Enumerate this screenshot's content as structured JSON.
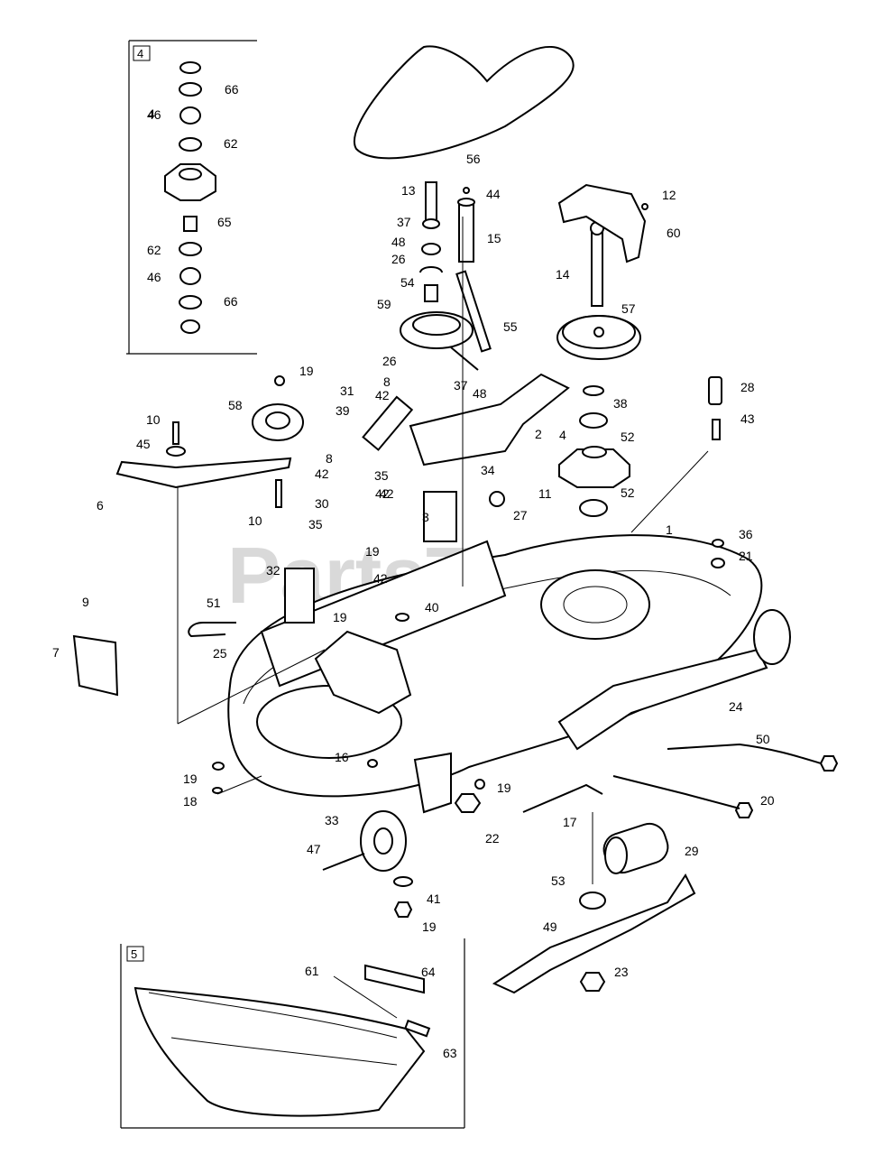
{
  "watermark": {
    "text": "PartsTree",
    "tm": "TM"
  },
  "insets": [
    {
      "id": "4",
      "label": "4"
    },
    {
      "id": "5",
      "label": "5"
    }
  ],
  "callouts": [
    {
      "label": "4"
    },
    {
      "label": "66"
    },
    {
      "label": "46"
    },
    {
      "label": "62"
    },
    {
      "label": "65"
    },
    {
      "label": "62"
    },
    {
      "label": "46"
    },
    {
      "label": "66"
    },
    {
      "label": "56"
    },
    {
      "label": "13"
    },
    {
      "label": "44"
    },
    {
      "label": "37"
    },
    {
      "label": "15"
    },
    {
      "label": "48"
    },
    {
      "label": "26"
    },
    {
      "label": "54"
    },
    {
      "label": "59"
    },
    {
      "label": "55"
    },
    {
      "label": "12"
    },
    {
      "label": "60"
    },
    {
      "label": "14"
    },
    {
      "label": "57"
    },
    {
      "label": "19"
    },
    {
      "label": "58"
    },
    {
      "label": "26"
    },
    {
      "label": "8"
    },
    {
      "label": "31"
    },
    {
      "label": "42"
    },
    {
      "label": "48"
    },
    {
      "label": "38"
    },
    {
      "label": "28"
    },
    {
      "label": "39"
    },
    {
      "label": "37"
    },
    {
      "label": "43"
    },
    {
      "label": "10"
    },
    {
      "label": "45"
    },
    {
      "label": "42"
    },
    {
      "label": "2"
    },
    {
      "label": "52"
    },
    {
      "label": "4"
    },
    {
      "label": "8"
    },
    {
      "label": "42"
    },
    {
      "label": "35"
    },
    {
      "label": "34"
    },
    {
      "label": "11"
    },
    {
      "label": "6"
    },
    {
      "label": "10"
    },
    {
      "label": "30"
    },
    {
      "label": "42"
    },
    {
      "label": "52"
    },
    {
      "label": "3"
    },
    {
      "label": "27"
    },
    {
      "label": "1"
    },
    {
      "label": "35"
    },
    {
      "label": "19"
    },
    {
      "label": "36"
    },
    {
      "label": "42"
    },
    {
      "label": "21"
    },
    {
      "label": "32"
    },
    {
      "label": "19"
    },
    {
      "label": "40"
    },
    {
      "label": "51"
    },
    {
      "label": "9"
    },
    {
      "label": "25"
    },
    {
      "label": "7"
    },
    {
      "label": "24"
    },
    {
      "label": "50"
    },
    {
      "label": "16"
    },
    {
      "label": "19"
    },
    {
      "label": "18"
    },
    {
      "label": "19"
    },
    {
      "label": "20"
    },
    {
      "label": "33"
    },
    {
      "label": "17"
    },
    {
      "label": "22"
    },
    {
      "label": "29"
    },
    {
      "label": "47"
    },
    {
      "label": "53"
    },
    {
      "label": "41"
    },
    {
      "label": "19"
    },
    {
      "label": "49"
    },
    {
      "label": "23"
    },
    {
      "label": "61"
    },
    {
      "label": "64"
    },
    {
      "label": "63"
    }
  ]
}
